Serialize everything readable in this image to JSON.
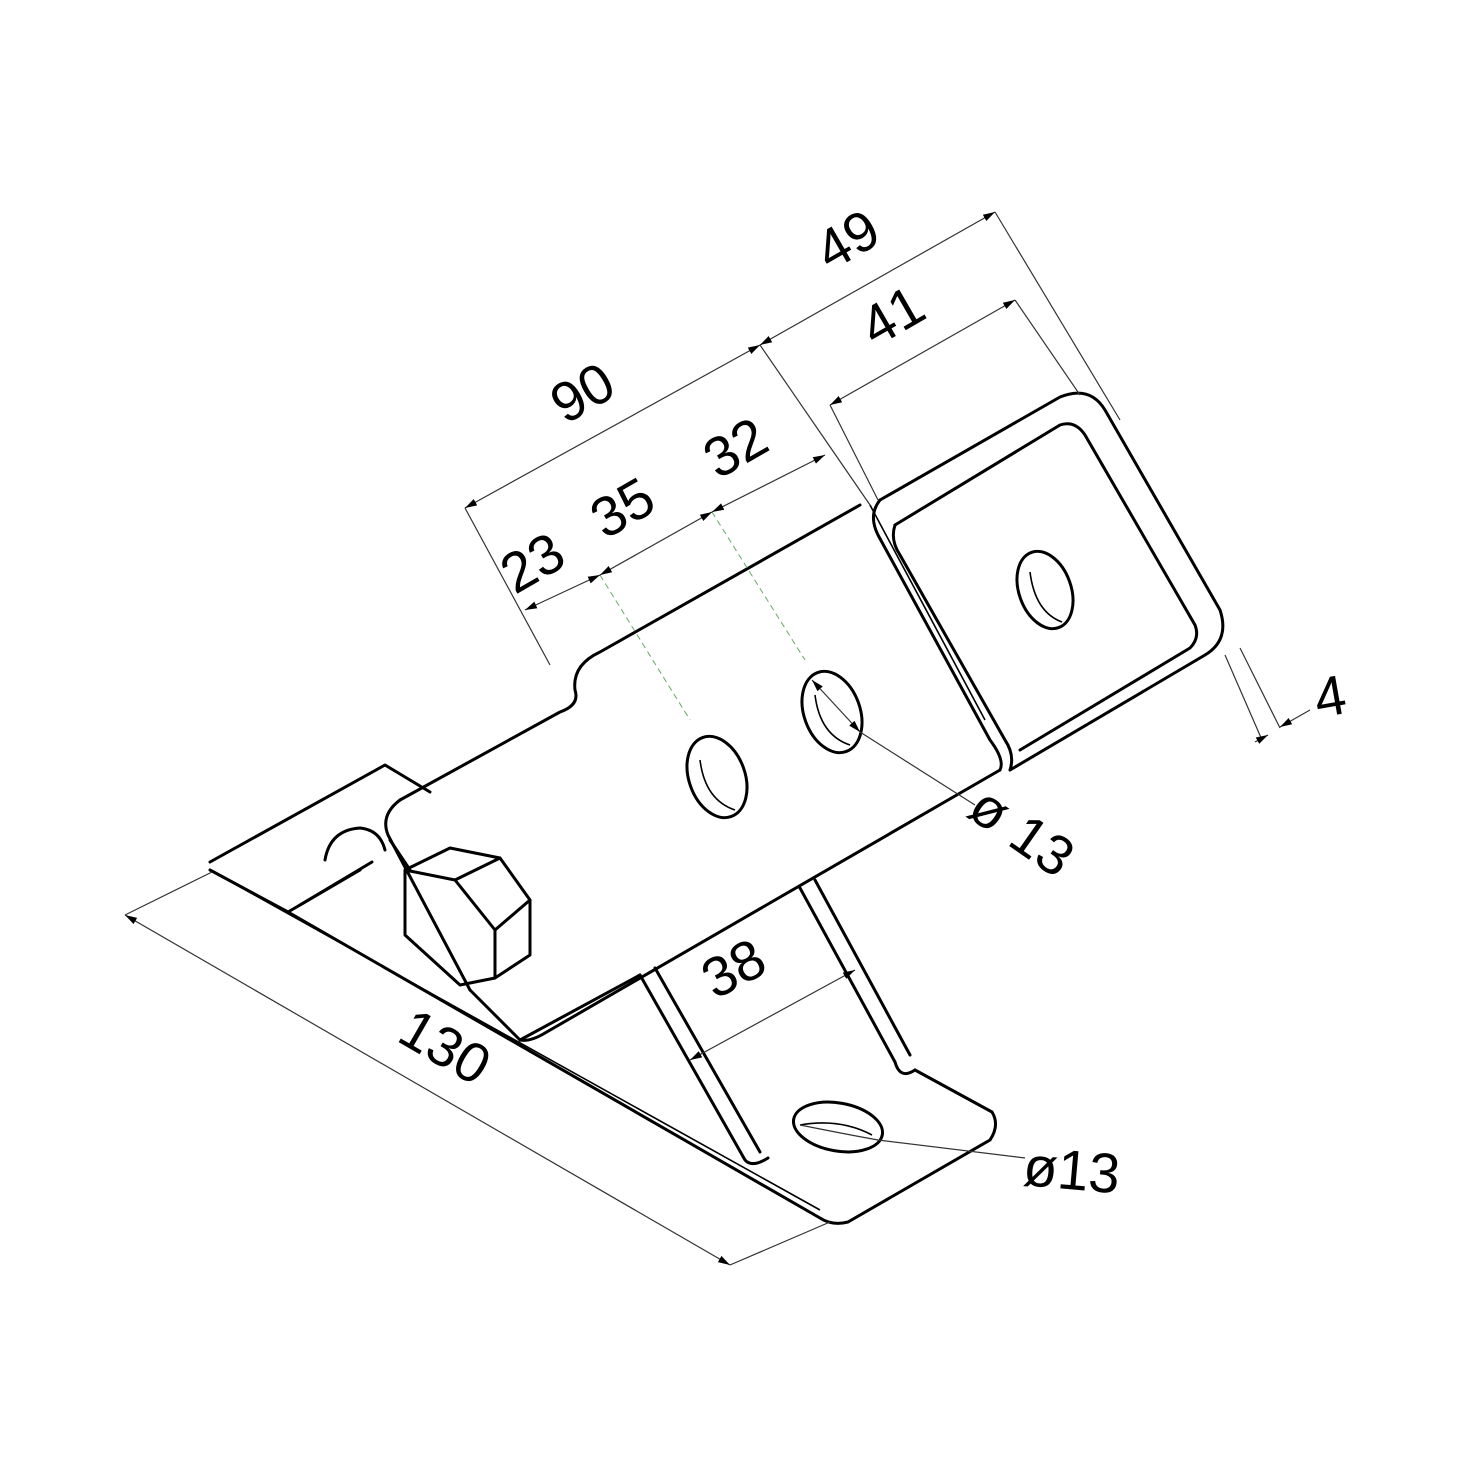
{
  "drawing": {
    "type": "isometric technical drawing",
    "dimensions": {
      "d49": "49",
      "d41": "41",
      "d90": "90",
      "d32": "32",
      "d35": "35",
      "d23": "23",
      "d4": "4",
      "hole_upper": "ø 13",
      "d38": "38",
      "d130": "130",
      "hole_base": "ø13"
    },
    "colors": {
      "line": "#000000",
      "background": "#ffffff",
      "centerline": "#66aa66"
    }
  }
}
